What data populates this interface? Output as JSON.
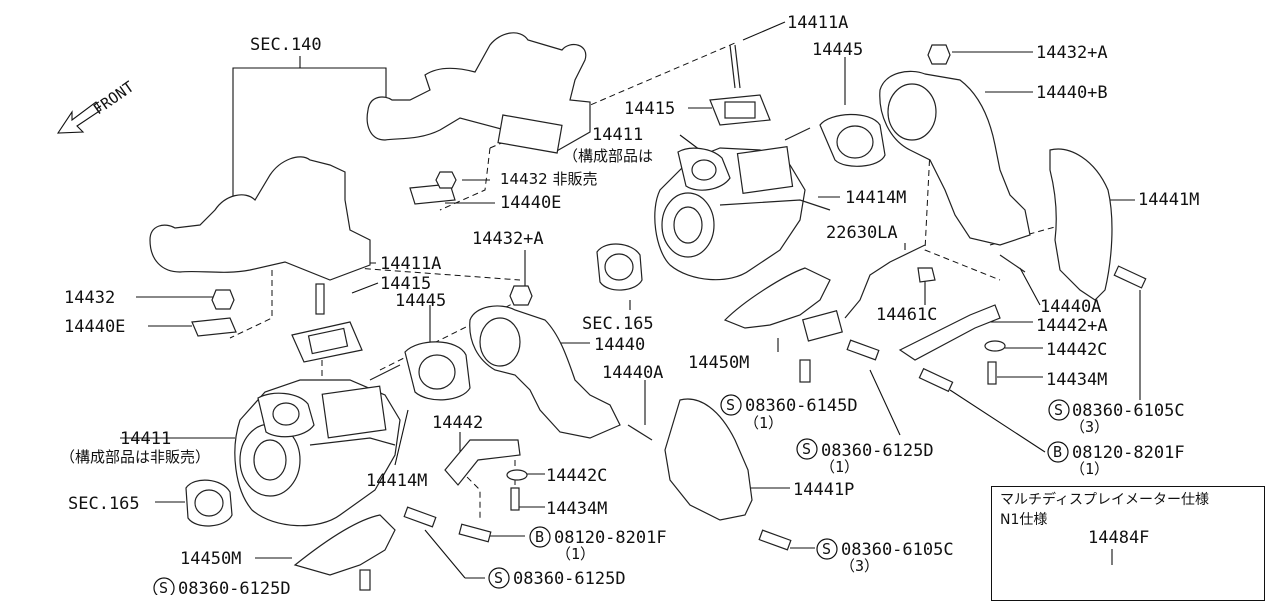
{
  "diagram": {
    "labels": {
      "sec140": "SEC.140",
      "front": "FRONT",
      "p14411A_top": "14411A",
      "p14445_top": "14445",
      "p14432A_top": "14432+A",
      "p14440B": "14440+B",
      "p14415_top": "14415",
      "p14411_top": "14411",
      "p14411_top_note": "（構成部品は",
      "p14432_nosale": "14432 非販売",
      "p14440E_top": "14440E",
      "p14414M_top": "14414M",
      "p14441M": "14441M",
      "p22630LA": "22630LA",
      "p14432A_mid": "14432+A",
      "p14411A_left": "14411A",
      "p14415_left": "14415",
      "p14432_left": "14432",
      "p14445_left": "14445",
      "p14440E_left": "14440E",
      "sec165_mid": "SEC.165",
      "p14440": "14440",
      "p14440A_mid": "14440A",
      "p14450M_mid": "14450M",
      "p14461C": "14461C",
      "p14440A_right": "14440A",
      "p14442A": "14442+A",
      "p14442C_right": "14442C",
      "p14434M_right": "14434M",
      "s6105C_right": "08360-6105C",
      "s6105C_right_qty": "（3）",
      "s6145D": "08360-6145D",
      "s6145D_qty": "（1）",
      "s6125D_mid": "08360-6125D",
      "s6125D_mid_qty": "（1）",
      "b8201F_right": "08120-8201F",
      "b8201F_right_qty": "（1）",
      "p14411_left": "14411",
      "p14411_left_note": "（構成部品は非販売）",
      "p14442": "14442",
      "p14442C_left": "14442C",
      "p14414M_left": "14414M",
      "p14441P": "14441P",
      "sec165_left": "SEC.165",
      "p14434M_left": "14434M",
      "b8201F_left": "08120-8201F",
      "b8201F_left_qty": "（1）",
      "p14450M_left": "14450M",
      "s6105C_bottom": "08360-6105C",
      "s6105C_bottom_qty": "（3）",
      "s6125D_bottom": "08360-6125D",
      "s6125D_bottom2": "08360-6125D",
      "circle_s": "S",
      "circle_b": "B"
    },
    "spec_box": {
      "title": "マルチディスプレイメーター仕様",
      "subtitle": "N1仕様",
      "part": "14484F"
    }
  }
}
